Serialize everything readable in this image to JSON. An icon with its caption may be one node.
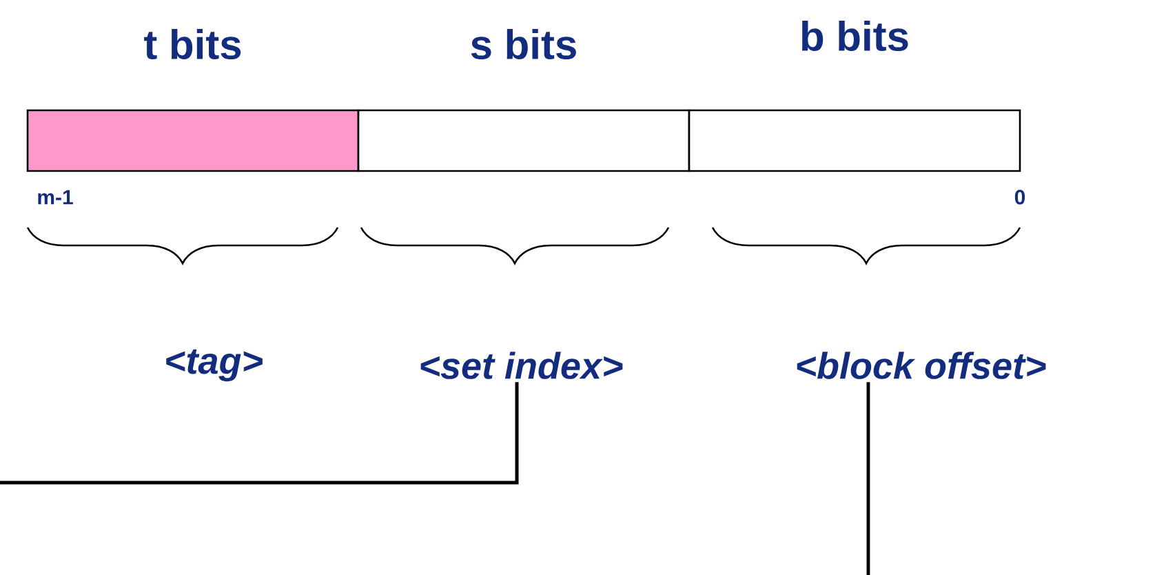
{
  "diagram": {
    "nodes": [
      {
        "text": [
          "t bits"
        ]
      },
      {
        "text": [
          "s bits"
        ]
      },
      {
        "text": [
          "b bits"
        ]
      },
      {
        "text": [
          "<tag>"
        ]
      },
      {
        "text": [
          "<set index>"
        ]
      },
      {
        "text": [
          "<block offset>"
        ]
      }
    ],
    "edges": [
      {
        "from": 4,
        "to": null,
        "arrow": "none"
      },
      {
        "from": 5,
        "to": null,
        "arrow": "none"
      }
    ],
    "labels": [
      "m-1",
      "0"
    ]
  }
}
